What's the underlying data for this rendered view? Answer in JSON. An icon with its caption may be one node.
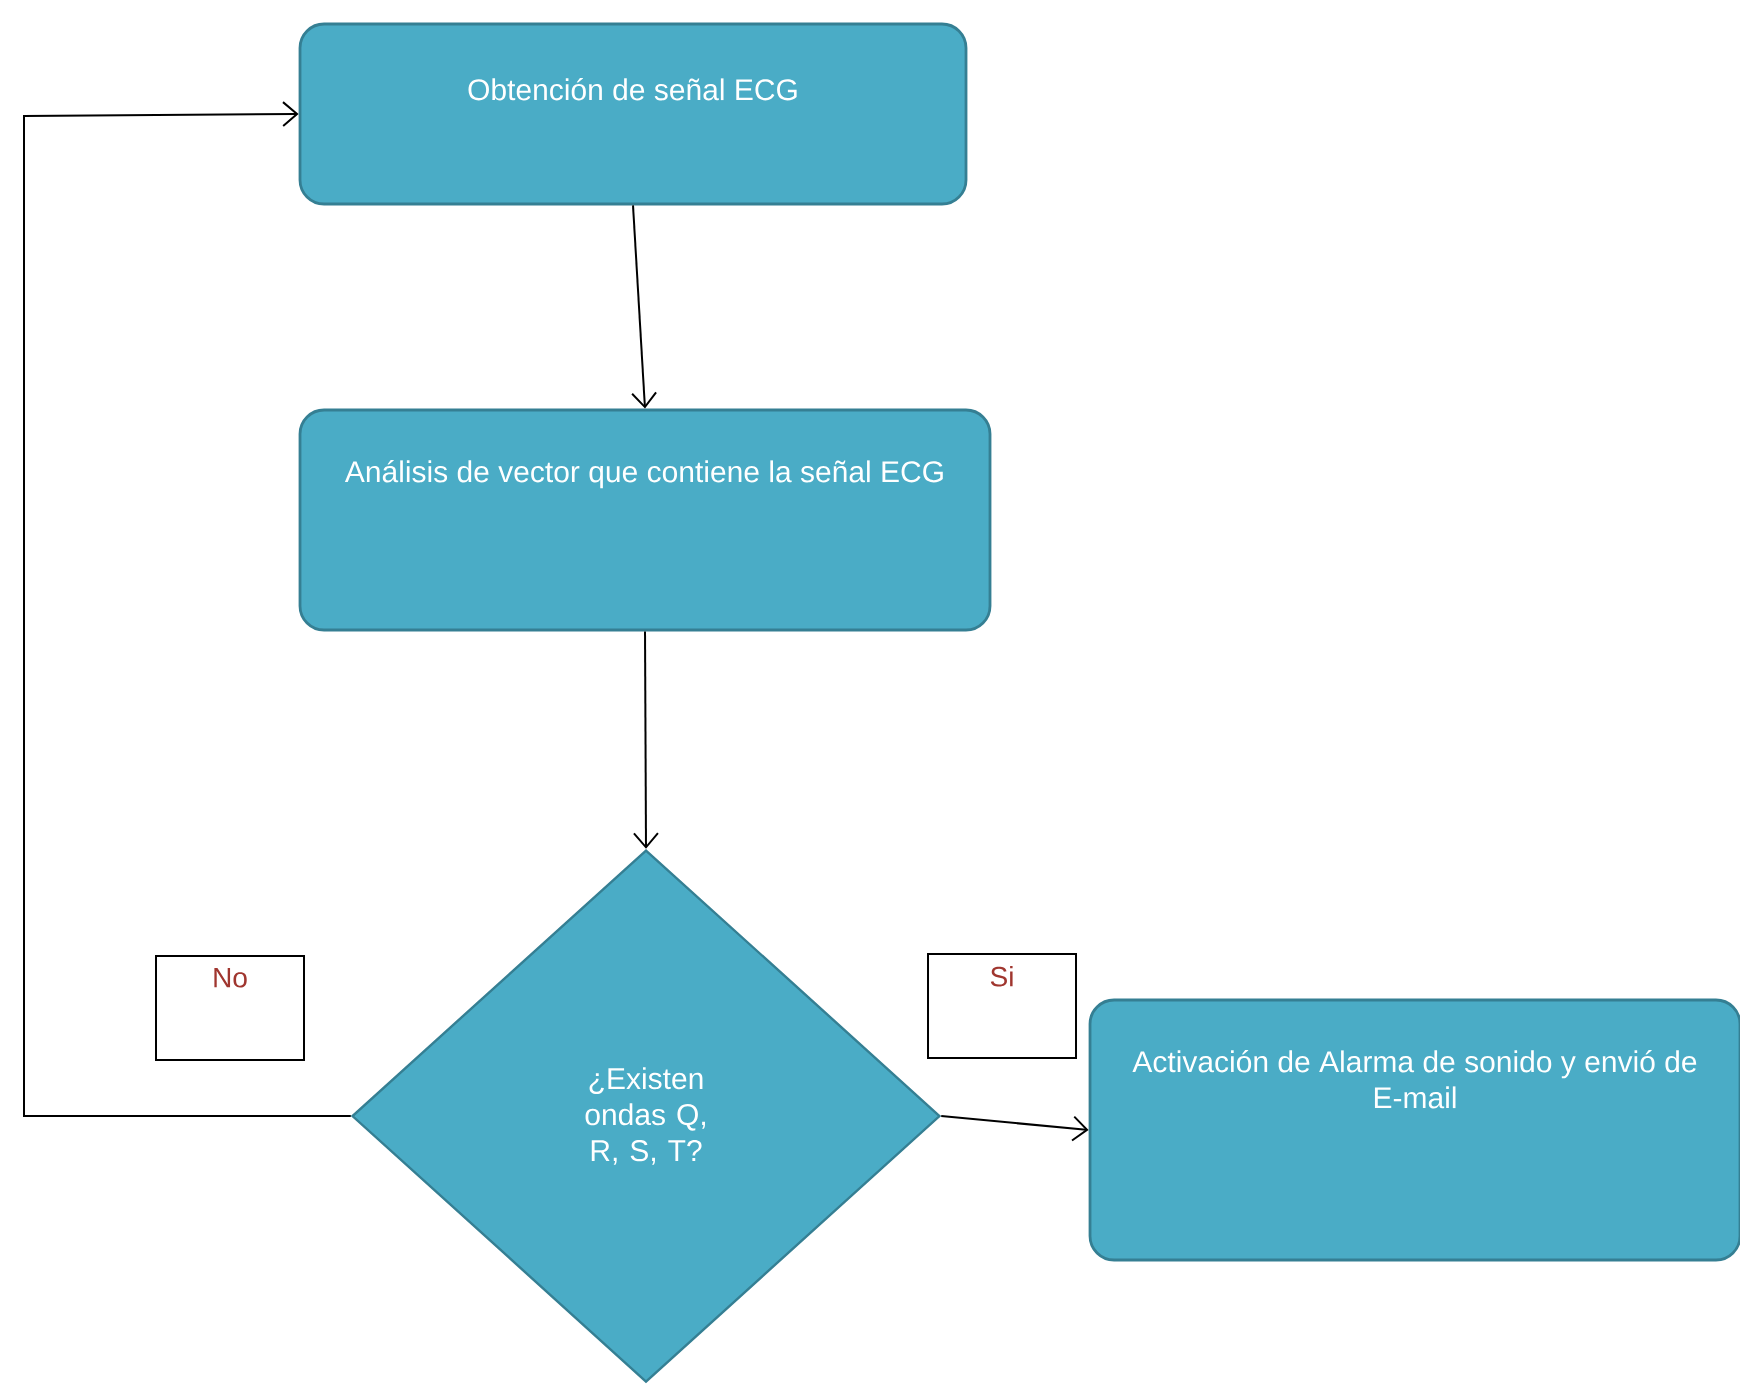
{
  "diagram": {
    "nodes": [
      {
        "text": [
          "Obtención de señal ECG"
        ]
      },
      {
        "text": [
          "Análisis de vector que contiene la señal ECG"
        ]
      },
      {
        "text": [
          "¿Existen ondas Q, R, S, T?"
        ]
      },
      {
        "text": [
          "Activación de Alarma de sonido y envió de E-mail"
        ]
      }
    ],
    "edges": [
      {
        "from": 0,
        "to": 1,
        "arrow": "to"
      },
      {
        "from": 1,
        "to": 2,
        "arrow": "to"
      },
      {
        "from": 2,
        "to": 0,
        "arrow": "to",
        "label": "No"
      },
      {
        "from": 2,
        "to": 3,
        "arrow": "to",
        "label": "Si"
      }
    ]
  }
}
